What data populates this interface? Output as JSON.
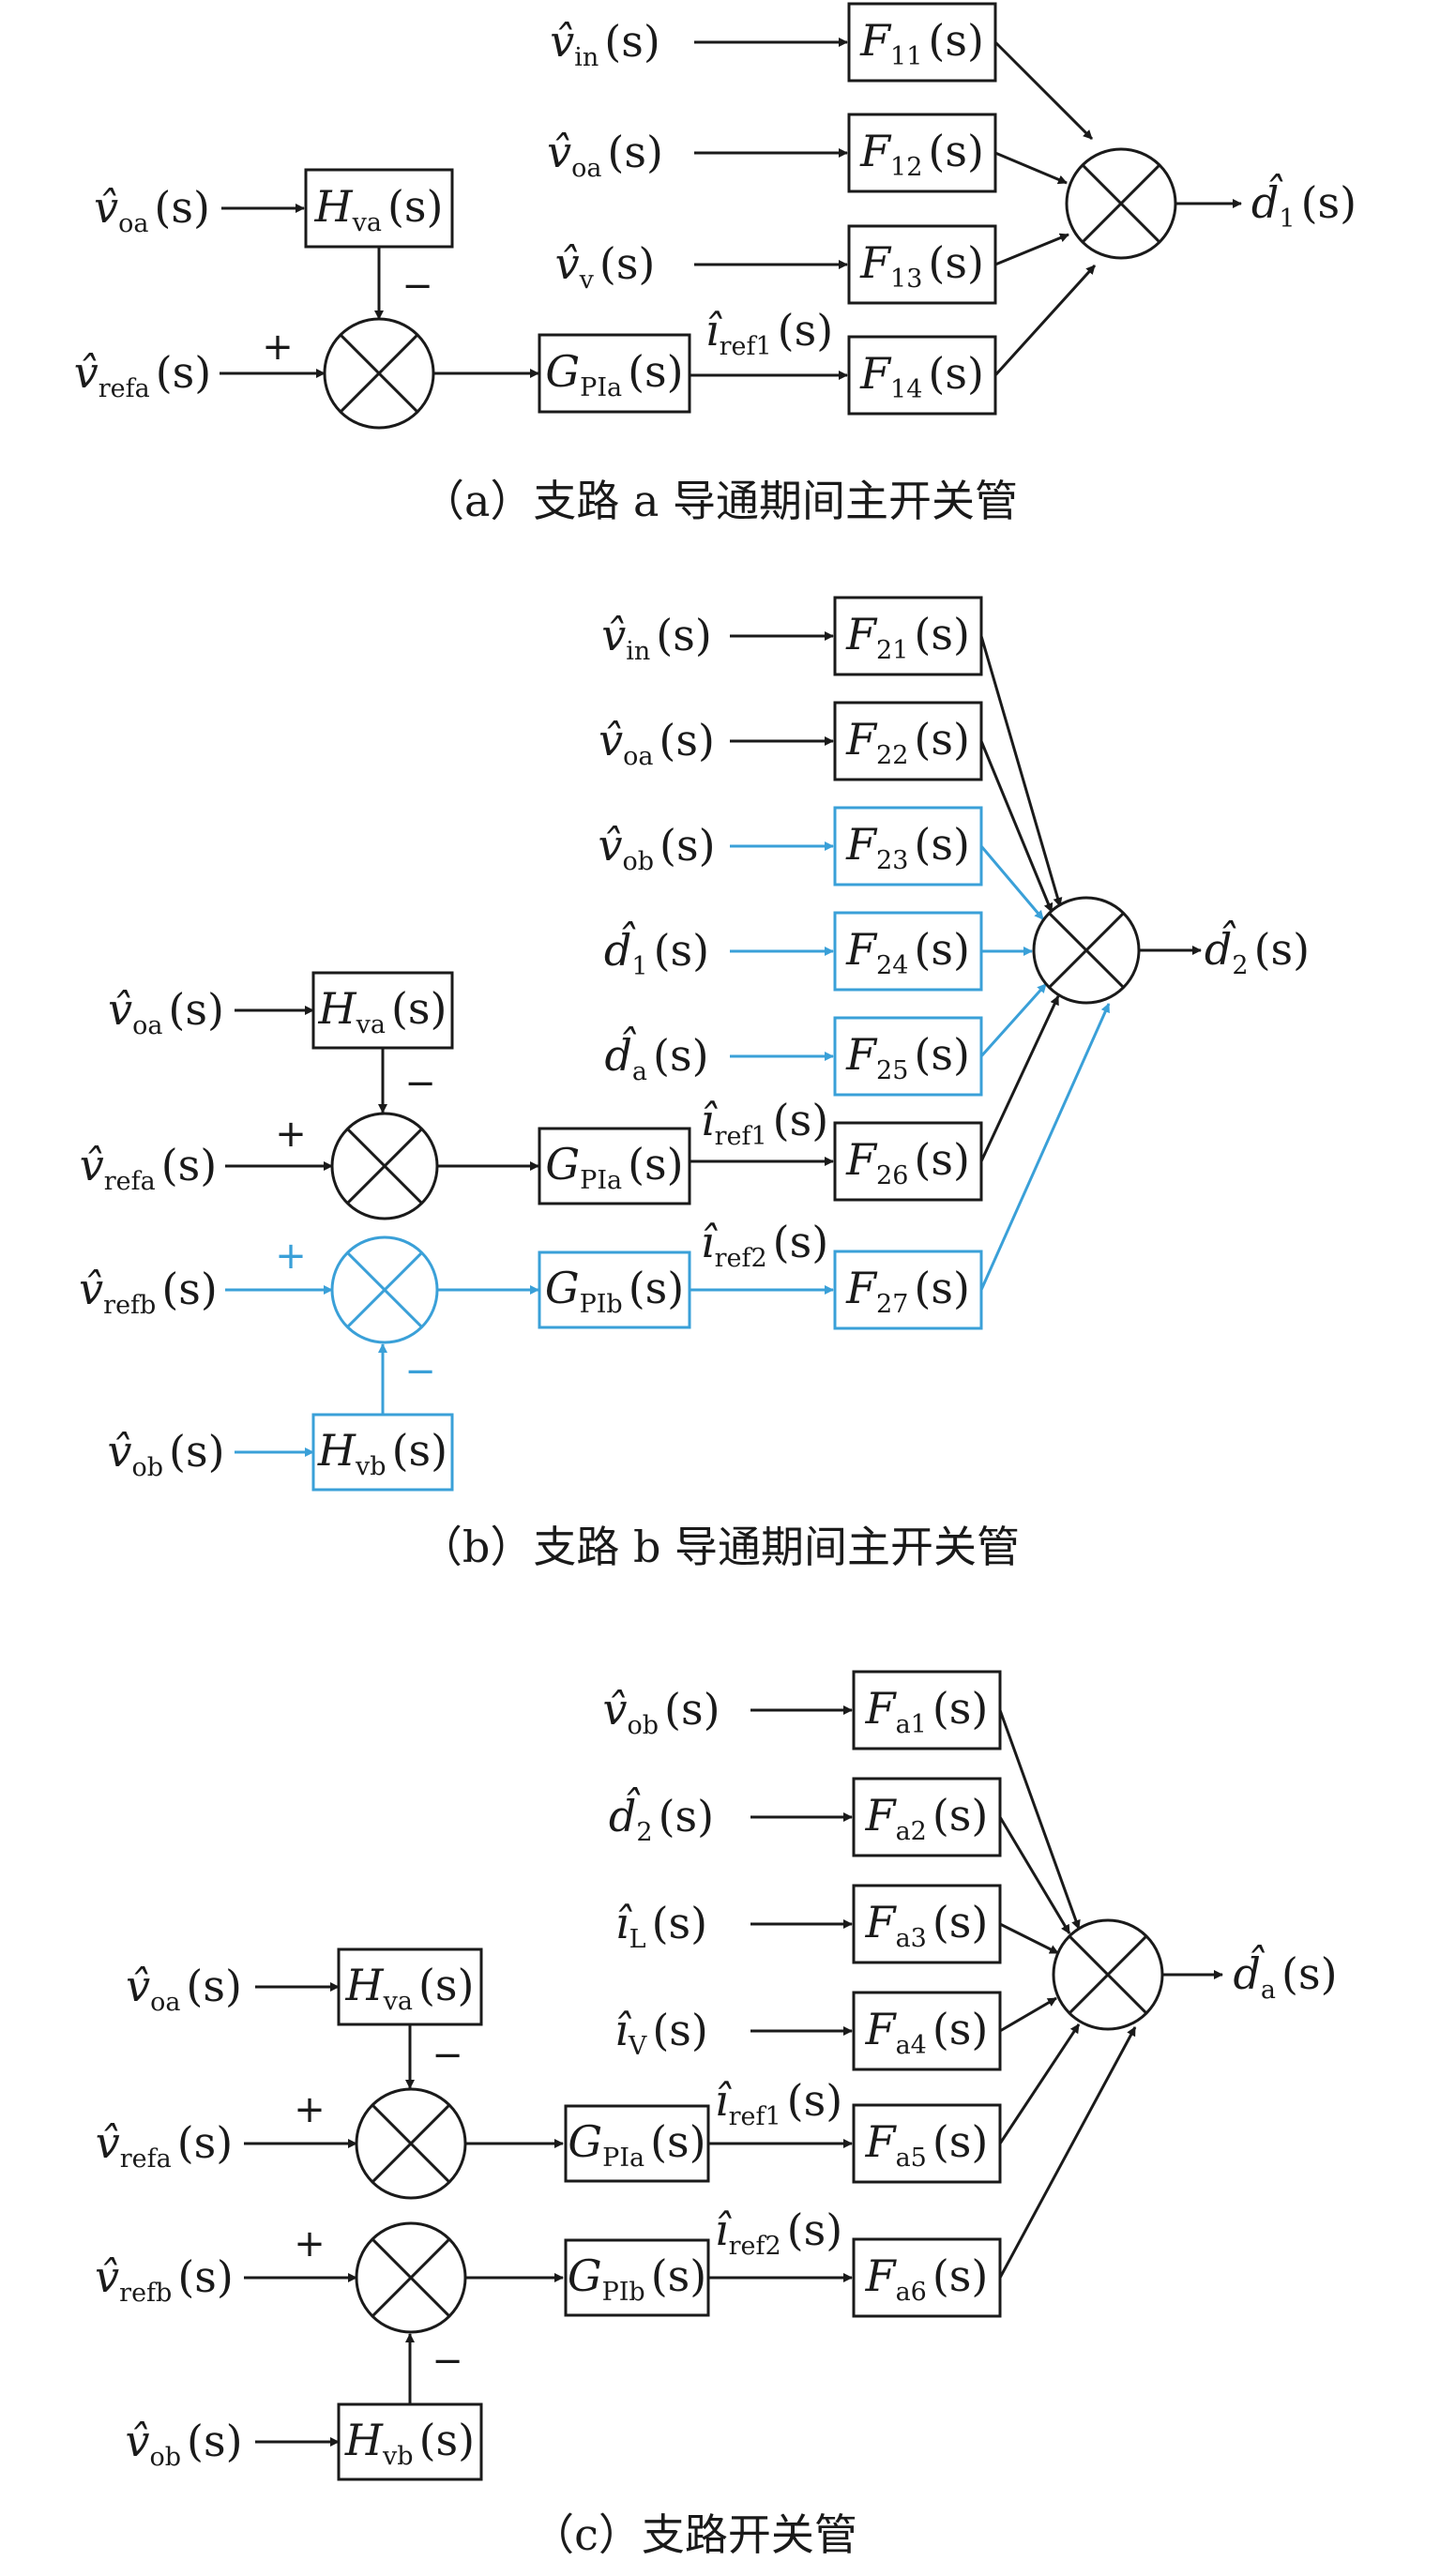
{
  "colors": {
    "black": "#1a1a1a",
    "blue": "#3aa0d8"
  },
  "captions": {
    "a": "（a）支路 a 导通期间主开关管",
    "b": "（b）支路 b 导通期间主开关管",
    "c": "（c）支路开关管"
  },
  "signs": {
    "plus": "+",
    "minus": "−"
  },
  "symbols": {
    "v_hat": "v̂",
    "d_hat": "d̂",
    "i_hat": "î",
    "F": "F",
    "H": "H",
    "G": "G",
    "arg": "(s)"
  },
  "subscripts": {
    "in": "in",
    "oa": "oa",
    "ob": "ob",
    "v": "v",
    "V": "V",
    "L": "L",
    "refa": "refa",
    "refb": "refb",
    "ref1": "ref1",
    "ref2": "ref2",
    "one": "1",
    "two": "2",
    "a": "a",
    "va": "va",
    "vb": "vb",
    "PIa": "PIa",
    "PIb": "PIb",
    "F11": "11",
    "F12": "12",
    "F13": "13",
    "F14": "14",
    "F21": "21",
    "F22": "22",
    "F23": "23",
    "F24": "24",
    "F25": "25",
    "F26": "26",
    "F27": "27",
    "Fa1": "a1",
    "Fa2": "a2",
    "Fa3": "a3",
    "Fa4": "a4",
    "Fa5": "a5",
    "Fa6": "a6"
  }
}
